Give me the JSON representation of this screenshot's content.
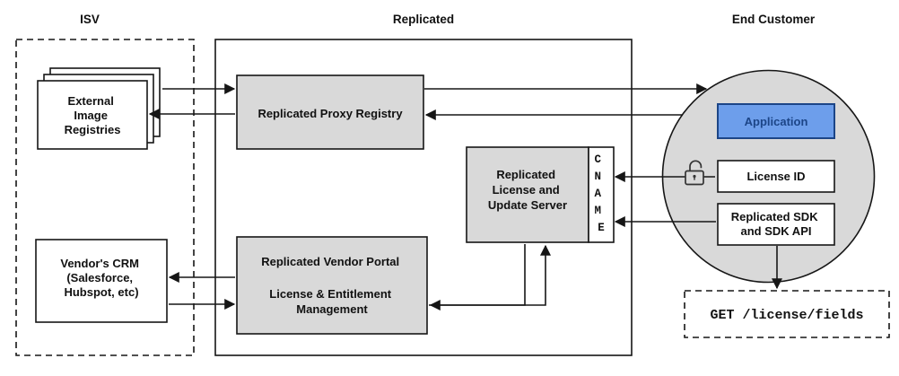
{
  "sections": {
    "isv": "ISV",
    "replicated": "Replicated",
    "end_customer": "End Customer"
  },
  "nodes": {
    "external_registries": {
      "lines": [
        "External",
        "Image",
        "Registries"
      ]
    },
    "vendors_crm": {
      "lines": [
        "Vendor's CRM",
        "(Salesforce,",
        "Hubspot, etc)"
      ]
    },
    "proxy_registry": {
      "label": "Replicated Proxy Registry"
    },
    "license_update_server": {
      "lines": [
        "Replicated",
        "License and",
        "Update Server"
      ]
    },
    "cname": {
      "letters": [
        "C",
        "N",
        "A",
        "M",
        "E"
      ]
    },
    "vendor_portal": {
      "title": "Replicated Vendor Portal",
      "subtitle_lines": [
        "License & Entitlement",
        "Management"
      ]
    },
    "application": {
      "label": "Application"
    },
    "license_id": {
      "label": "License ID"
    },
    "replicated_sdk": {
      "lines": [
        "Replicated SDK",
        "and SDK API"
      ]
    },
    "get_endpoint": {
      "label": "GET /license/fields"
    }
  },
  "icons": {
    "unlock": "open-padlock-icon"
  },
  "colors": {
    "node_gray": "#d9d9d9",
    "app_fill": "#6d9eeb",
    "app_border": "#1c4587",
    "app_text": "#1c4587",
    "stroke": "#161616",
    "background": "#ffffff"
  }
}
